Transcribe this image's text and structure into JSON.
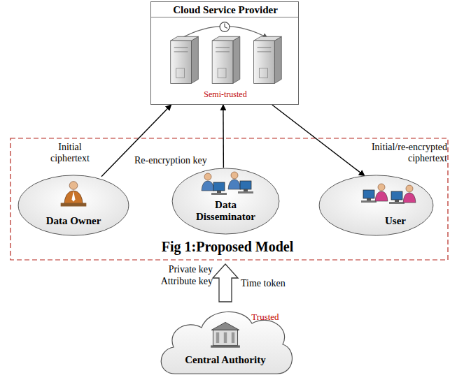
{
  "diagram": {
    "caption": "Fig 1:Proposed Model",
    "nodes": [
      {
        "text": [
          "Cloud Service Provider",
          "Semi-trusted"
        ]
      },
      {
        "text": [
          "Data Owner"
        ]
      },
      {
        "text": [
          "Data Disseminator"
        ]
      },
      {
        "text": [
          "User"
        ]
      },
      {
        "text": [
          "Trusted",
          "Central Authority"
        ]
      }
    ],
    "edges": [
      {
        "from": 1,
        "to": 0,
        "arrow": "to",
        "label": "Initial ciphertext"
      },
      {
        "from": 2,
        "to": 0,
        "arrow": "to",
        "label": "Re-encryption key"
      },
      {
        "from": 0,
        "to": 3,
        "arrow": "to",
        "label": "Initial/re-encrypted ciphertext"
      }
    ],
    "labels": [
      "Private key",
      "Attribute key",
      "Time token"
    ]
  }
}
